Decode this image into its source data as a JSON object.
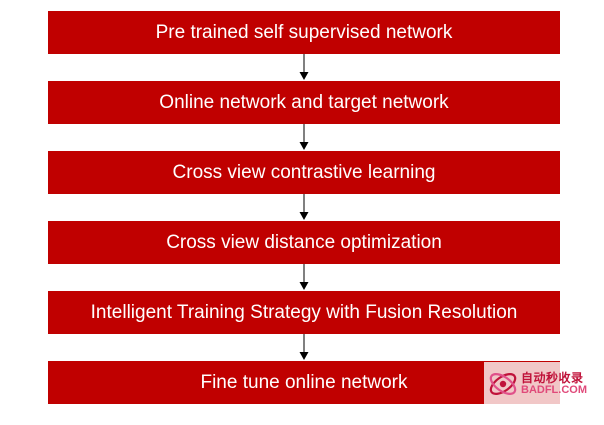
{
  "flowchart": {
    "steps": [
      {
        "label": "Pre trained self supervised network"
      },
      {
        "label": "Online network and target network"
      },
      {
        "label": "Cross view contrastive learning"
      },
      {
        "label": "Cross view distance optimization"
      },
      {
        "label": "Intelligent Training Strategy with Fusion Resolution"
      },
      {
        "label": "Fine tune online network"
      }
    ],
    "box_color": "#c00000",
    "text_color": "#ffffff",
    "arrow_color": "#000000"
  },
  "watermark": {
    "chinese_text": "自动秒收录",
    "site_text": "BADFL.COM"
  }
}
